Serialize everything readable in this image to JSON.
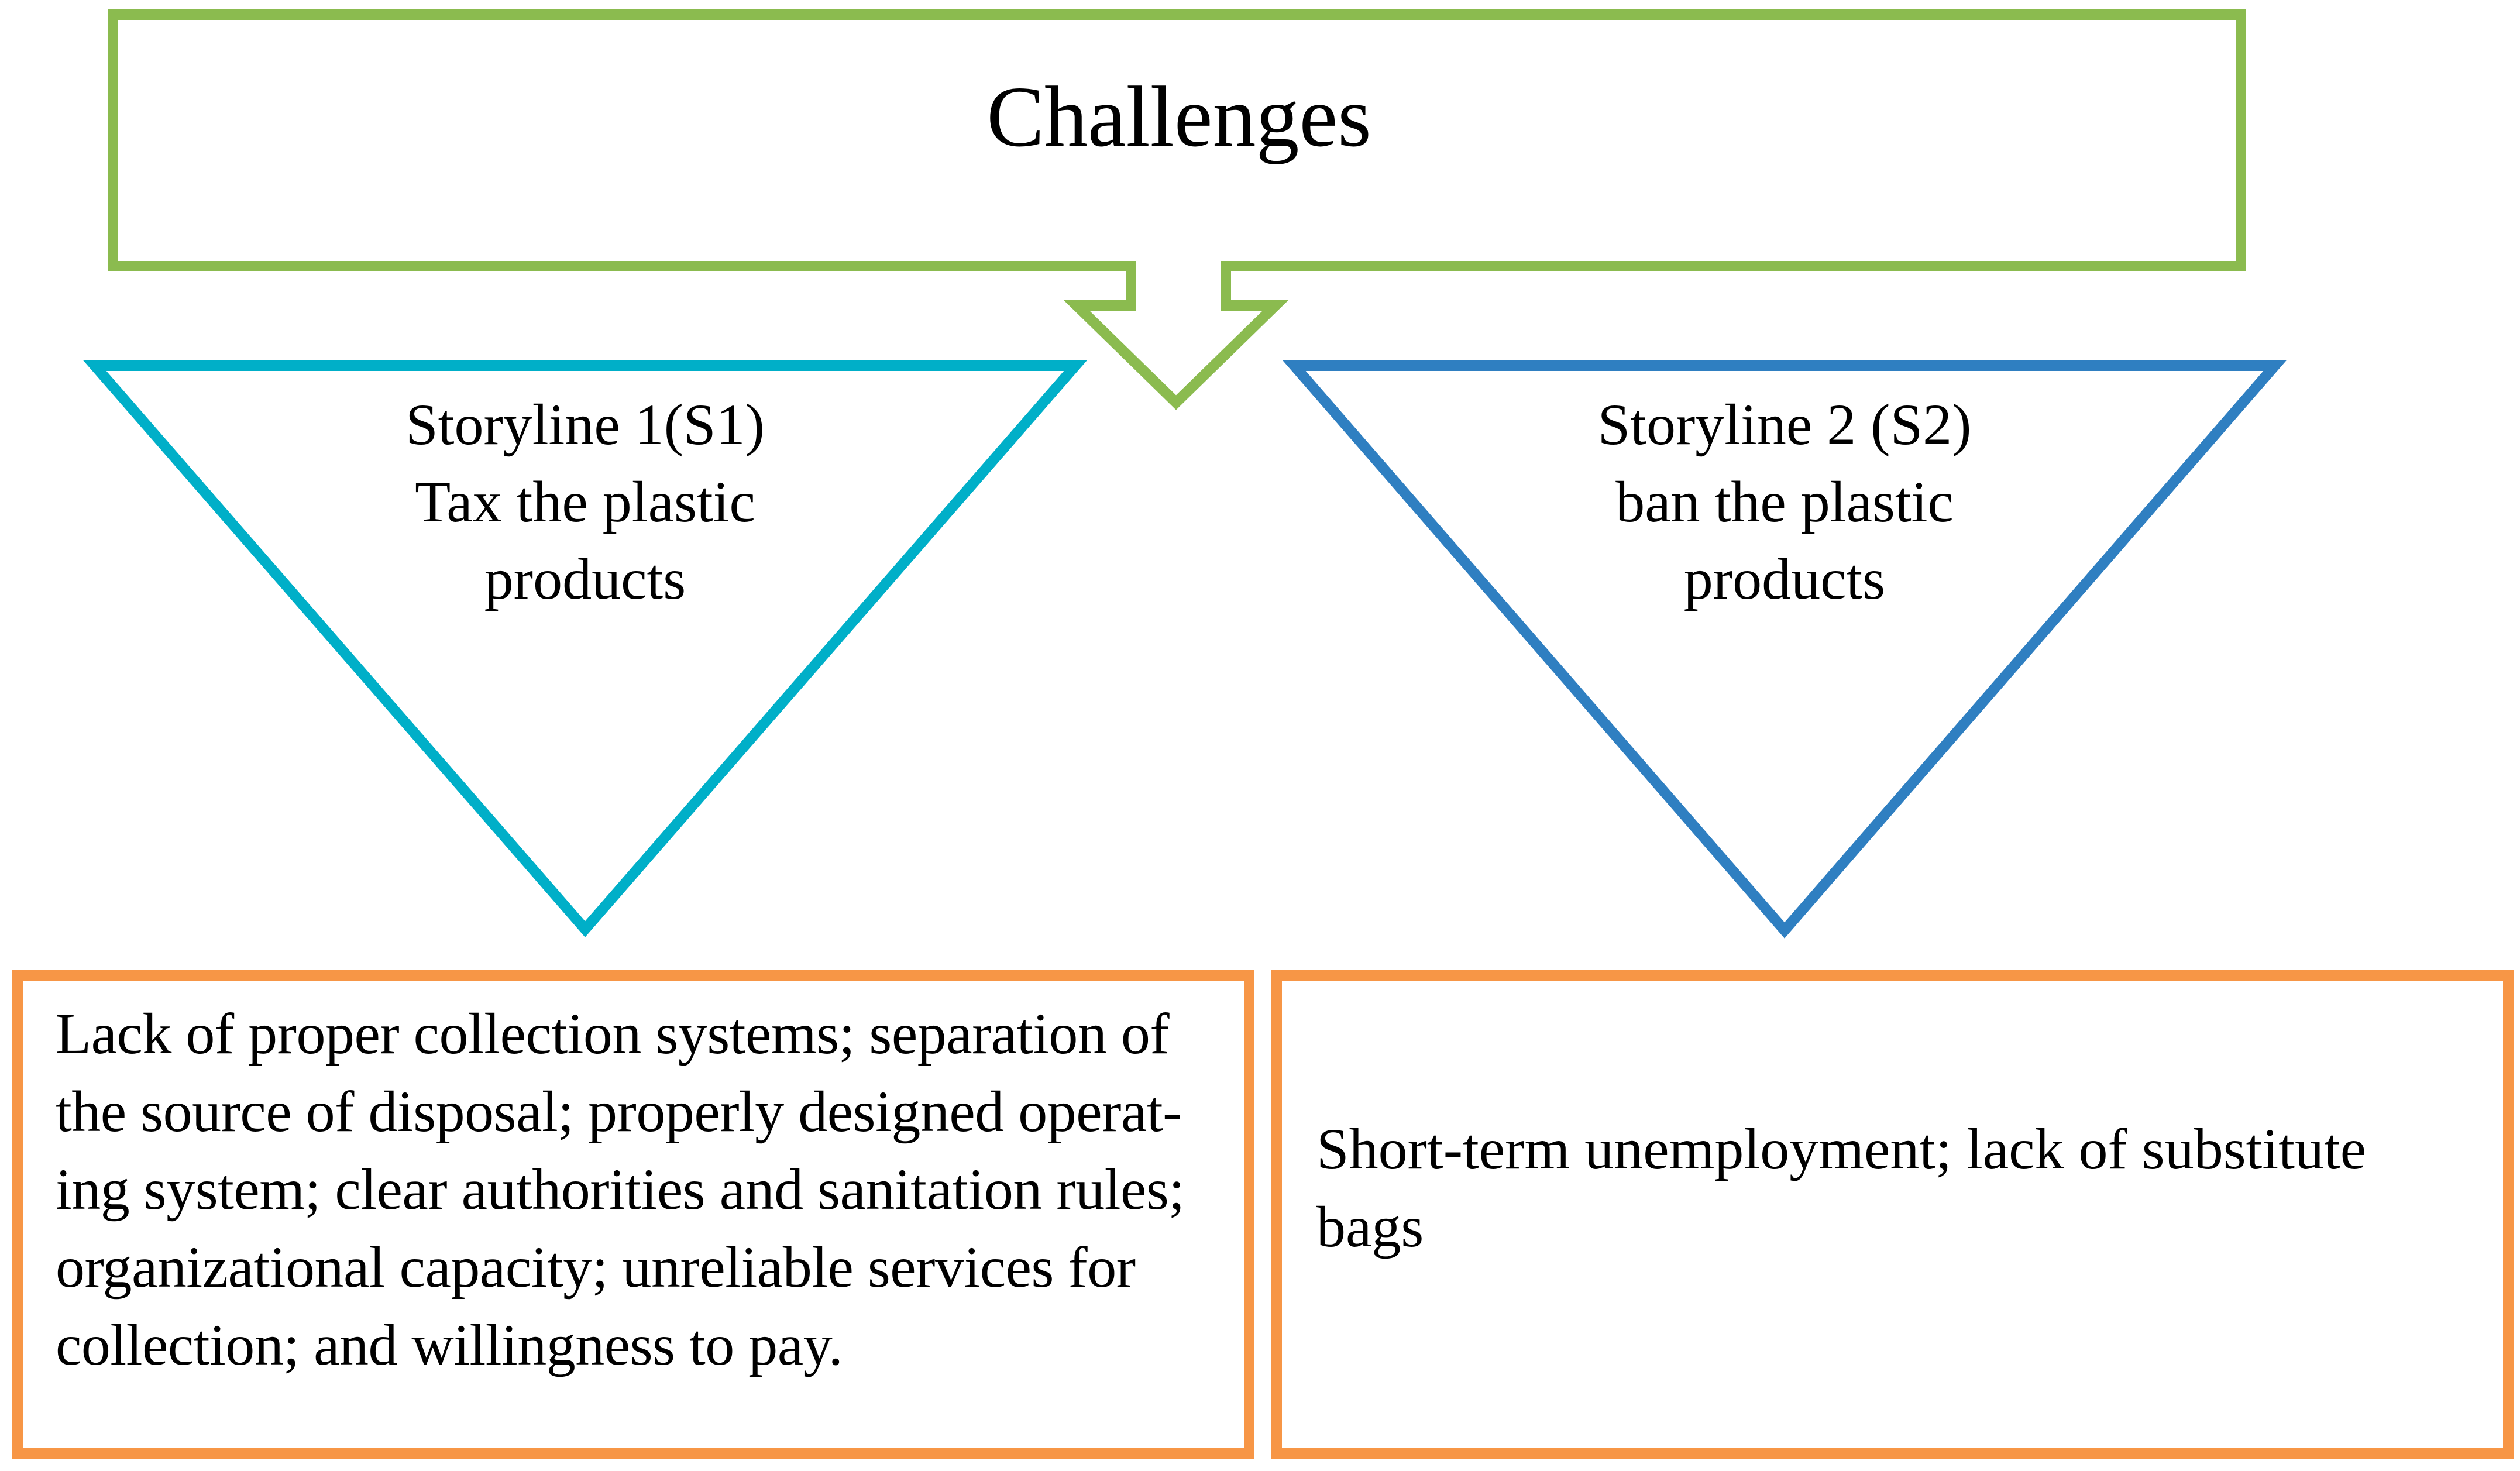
{
  "colors": {
    "challenges_border": "#8bbb4f",
    "storyline1_border": "#00afc8",
    "storyline2_border": "#2f7fc1",
    "box_border": "#f79646",
    "text": "#000000",
    "background": "#ffffff"
  },
  "challenges": {
    "title": "Challenges"
  },
  "storyline1": {
    "line1": "Storyline 1(S1)",
    "line2": "Tax the plastic",
    "line3": "products"
  },
  "storyline2": {
    "line1": "Storyline 2 (S2)",
    "line2": "ban the plastic",
    "line3": "products"
  },
  "box1": {
    "lines": [
      "Lack of proper collection systems; separation of",
      "the source of disposal; properly designed operat-",
      "ing system; clear authorities and sanitation rules;",
      "organizational capacity; unreliable services for",
      "collection; and willingness to pay."
    ]
  },
  "box2": {
    "lines": [
      "Short-term unemployment; lack of substitute",
      "bags"
    ]
  }
}
